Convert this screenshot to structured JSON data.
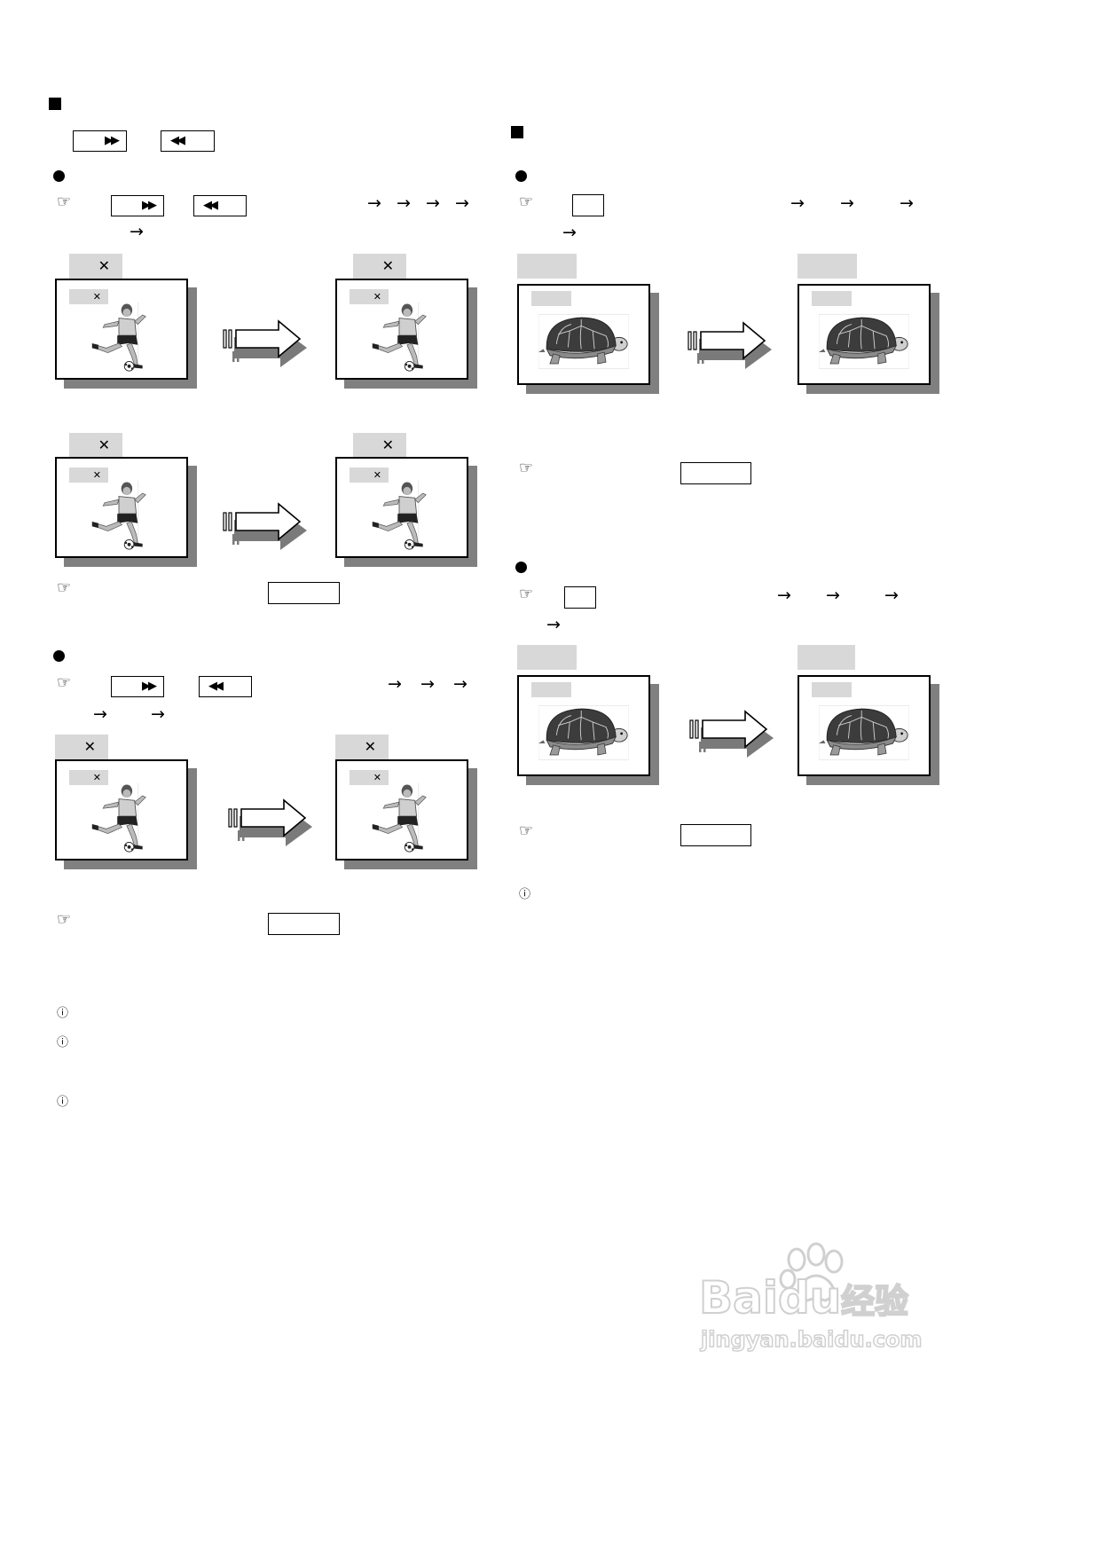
{
  "icons": {
    "square_bullet": "black-square",
    "round_bullet": "black-circle",
    "hand": "pointing-hand-icon",
    "info": "info-icon",
    "right_arrow": "right-arrow-icon"
  },
  "glyphs": {
    "forward": "▶▶",
    "rewind": "◀◀",
    "times": "✕",
    "arrow": "→",
    "hand": "☞",
    "info": "ⓘ"
  },
  "watermark": {
    "logo": "Baidu",
    "cn": "经验",
    "url": "jingyan.baidu.com"
  },
  "colors": {
    "label_gray": "#d8d8d8",
    "shadow_gray": "#808080"
  }
}
